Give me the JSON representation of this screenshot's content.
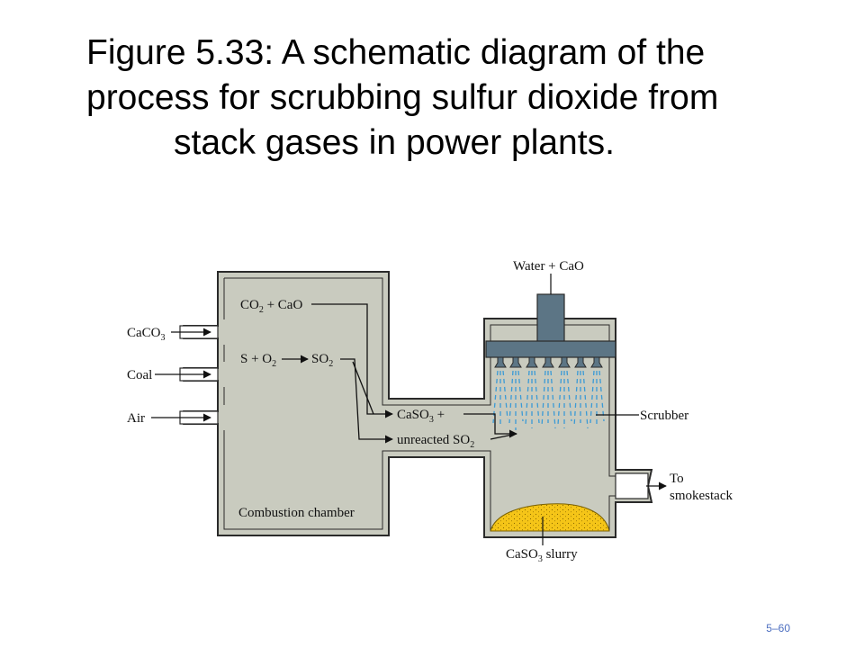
{
  "title": {
    "line1": "Figure 5.33:  A schematic diagram of the",
    "line2": "process for scrubbing sulfur dioxide from",
    "line3": "stack gases in power plants."
  },
  "diagram": {
    "inputs": {
      "caco3": {
        "main": "CaCO",
        "sub": "3"
      },
      "coal": "Coal",
      "air": "Air"
    },
    "reaction1": {
      "a": "CO",
      "a_sub": "2",
      "b": " + CaO"
    },
    "reaction2": {
      "a": "S + O",
      "a_sub": "2",
      "b": "SO",
      "b_sub": "2"
    },
    "product1": {
      "a": "CaSO",
      "a_sub": "3",
      "b": " +"
    },
    "product2": {
      "a": "unreacted SO",
      "a_sub": "2"
    },
    "water_cao": "Water + CaO",
    "scrubber": "Scrubber",
    "to": "To",
    "smokestack": "smokestack",
    "combustion_chamber": "Combustion chamber",
    "slurry": {
      "a": "CaSO",
      "a_sub": "3",
      "b": " slurry"
    }
  },
  "colors": {
    "chamber_fill": "#c9cbbf",
    "outline": "#2a2a2a",
    "nozzle_header": "#5c7585",
    "spray": "#3a9ad6",
    "slurry": "#f5c518"
  },
  "footer": {
    "page_number": "5–60"
  }
}
